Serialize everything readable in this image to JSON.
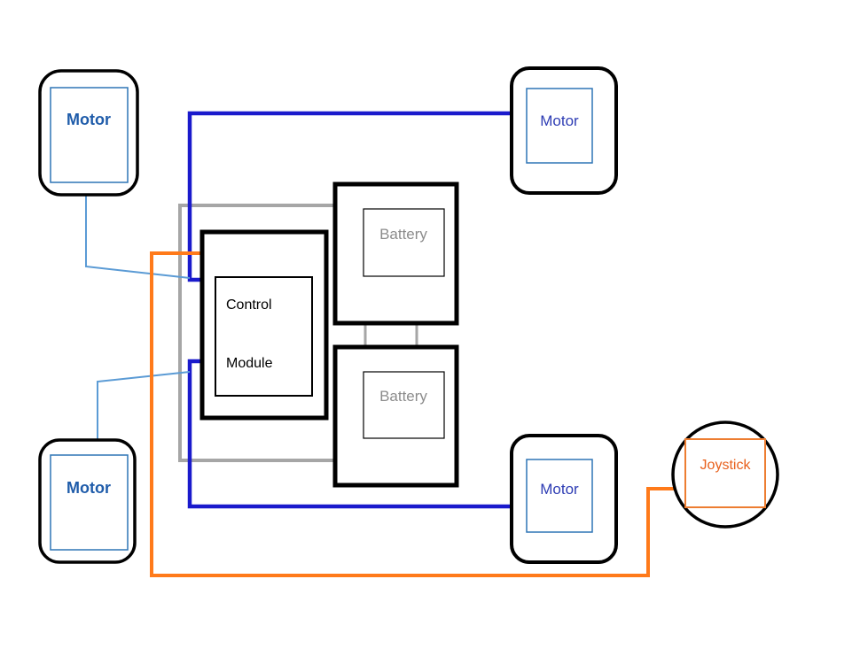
{
  "diagram": {
    "nodes": {
      "motor_top_left": {
        "label": "Motor"
      },
      "motor_top_right": {
        "label": "Motor"
      },
      "motor_bottom_left": {
        "label": "Motor"
      },
      "motor_bottom_right": {
        "label": "Motor"
      },
      "control_module": {
        "line1": "Control",
        "line2": "Module"
      },
      "battery_top": {
        "label": "Battery"
      },
      "battery_bottom": {
        "label": "Battery"
      },
      "joystick": {
        "label": "Joystick"
      }
    },
    "colors": {
      "motor_label_bold": "#1f5caa",
      "motor_label_right": "#2e3db4",
      "battery_label": "#8c8c8c",
      "control_label": "#000000",
      "joystick_label": "#e8601c",
      "wire_blue": "#1a1acc",
      "wire_orange": "#ff7a1a",
      "wire_gray": "#a6a6a6",
      "wire_lightblue": "#5b9bd5",
      "inner_box_blue": "#2e75b6",
      "joystick_box": "#ed7d31",
      "box_border": "#000000",
      "background": "#ffffff"
    }
  }
}
